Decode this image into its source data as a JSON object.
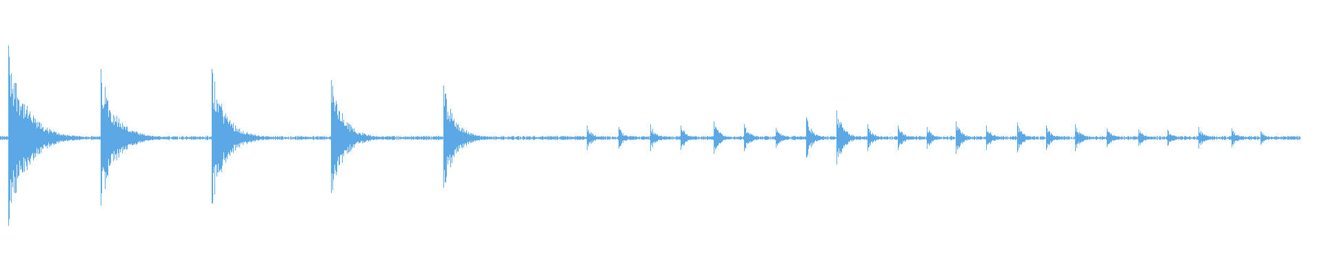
{
  "waveform": {
    "color": "#5aa9e6",
    "background": "#ffffff",
    "baseline_amplitude": 0.015,
    "transients": [
      {
        "position": 0.006,
        "amplitude": 0.67,
        "decay": 0.03
      },
      {
        "position": 0.076,
        "amplitude": 0.5,
        "decay": 0.025
      },
      {
        "position": 0.16,
        "amplitude": 0.5,
        "decay": 0.024
      },
      {
        "position": 0.25,
        "amplitude": 0.42,
        "decay": 0.022
      },
      {
        "position": 0.335,
        "amplitude": 0.38,
        "decay": 0.02
      },
      {
        "position": 0.443,
        "amplitude": 0.09,
        "decay": 0.01
      },
      {
        "position": 0.467,
        "amplitude": 0.08,
        "decay": 0.01
      },
      {
        "position": 0.491,
        "amplitude": 0.1,
        "decay": 0.01
      },
      {
        "position": 0.514,
        "amplitude": 0.09,
        "decay": 0.01
      },
      {
        "position": 0.539,
        "amplitude": 0.12,
        "decay": 0.01
      },
      {
        "position": 0.562,
        "amplitude": 0.1,
        "decay": 0.01
      },
      {
        "position": 0.586,
        "amplitude": 0.07,
        "decay": 0.01
      },
      {
        "position": 0.609,
        "amplitude": 0.15,
        "decay": 0.01
      },
      {
        "position": 0.632,
        "amplitude": 0.2,
        "decay": 0.012
      },
      {
        "position": 0.655,
        "amplitude": 0.1,
        "decay": 0.01
      },
      {
        "position": 0.678,
        "amplitude": 0.09,
        "decay": 0.01
      },
      {
        "position": 0.7,
        "amplitude": 0.08,
        "decay": 0.01
      },
      {
        "position": 0.722,
        "amplitude": 0.12,
        "decay": 0.01
      },
      {
        "position": 0.745,
        "amplitude": 0.09,
        "decay": 0.01
      },
      {
        "position": 0.768,
        "amplitude": 0.11,
        "decay": 0.01
      },
      {
        "position": 0.79,
        "amplitude": 0.09,
        "decay": 0.01
      },
      {
        "position": 0.812,
        "amplitude": 0.1,
        "decay": 0.01
      },
      {
        "position": 0.836,
        "amplitude": 0.07,
        "decay": 0.01
      },
      {
        "position": 0.86,
        "amplitude": 0.06,
        "decay": 0.01
      },
      {
        "position": 0.882,
        "amplitude": 0.06,
        "decay": 0.01
      },
      {
        "position": 0.905,
        "amplitude": 0.08,
        "decay": 0.01
      },
      {
        "position": 0.93,
        "amplitude": 0.07,
        "decay": 0.01
      },
      {
        "position": 0.952,
        "amplitude": 0.05,
        "decay": 0.01
      }
    ],
    "end_position": 0.982
  }
}
